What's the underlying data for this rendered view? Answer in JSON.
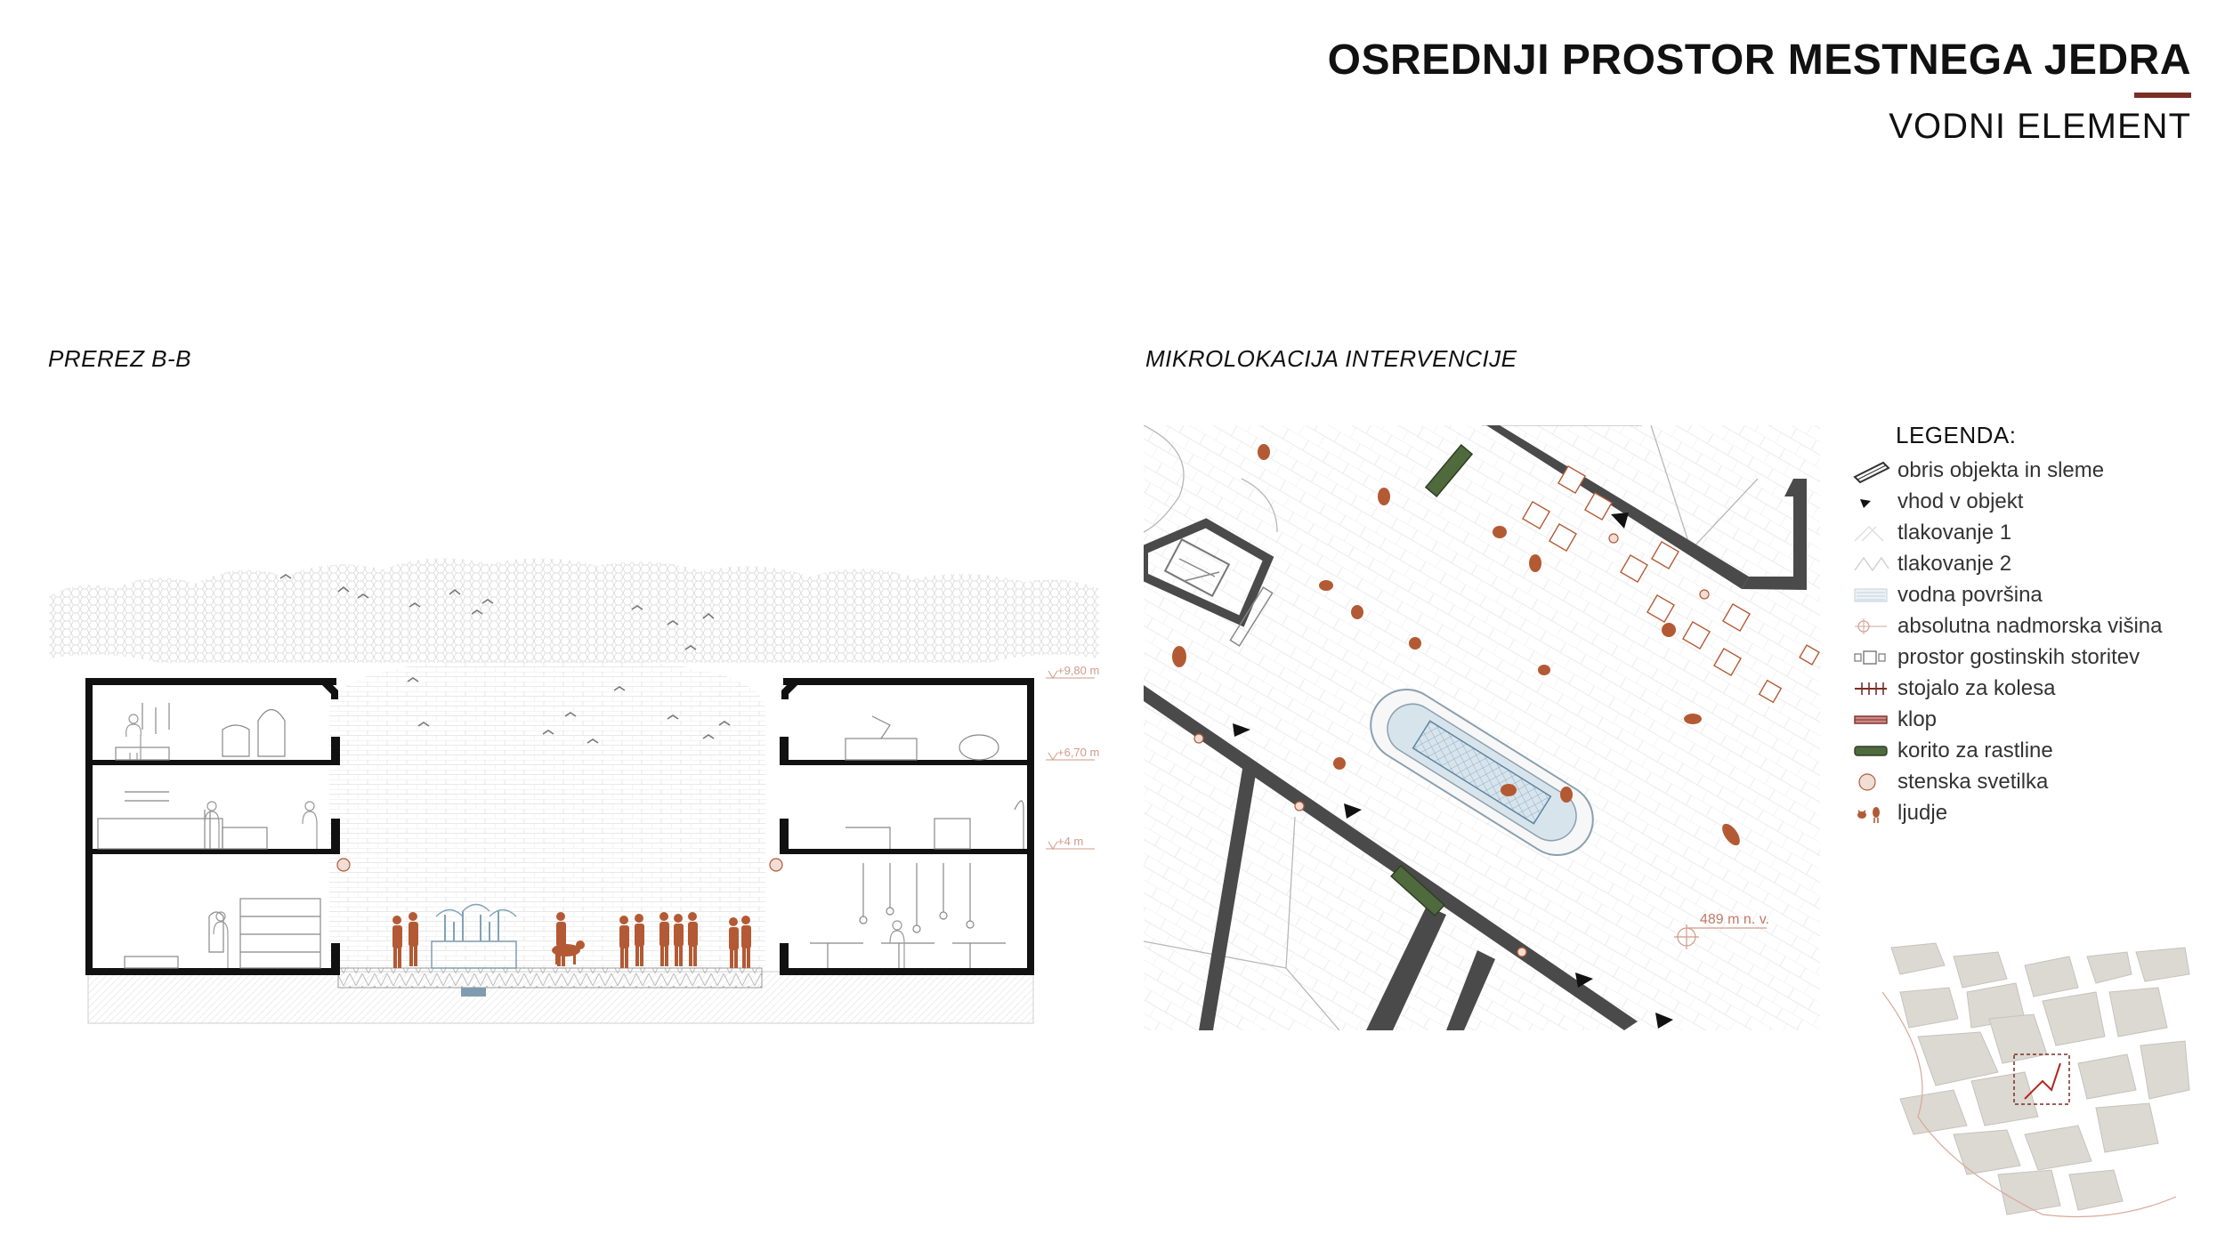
{
  "header": {
    "title": "OSREDNJI PROSTOR MESTNEGA JEDRA",
    "subtitle": "VODNI ELEMENT",
    "accent_color": "#7a2f25"
  },
  "section": {
    "label": "PREREZ B-B",
    "elevations": [
      "+9,80 m",
      "+6,70 m",
      "+4 m"
    ]
  },
  "plan": {
    "label": "MIKROLOKACIJA INTERVENCIJE",
    "elevation_label": "489 m n. v."
  },
  "legend": {
    "title": "LEGENDA:",
    "items": [
      {
        "icon": "building-outline-icon",
        "label": "obris objekta in sleme"
      },
      {
        "icon": "entrance-arrow-icon",
        "label": "vhod v objekt"
      },
      {
        "icon": "paving-1-icon",
        "label": "tlakovanje 1"
      },
      {
        "icon": "paving-2-icon",
        "label": "tlakovanje 2"
      },
      {
        "icon": "water-surface-icon",
        "label": "vodna površina"
      },
      {
        "icon": "elevation-marker-icon",
        "label": "absolutna nadmorska višina"
      },
      {
        "icon": "catering-table-icon",
        "label": "prostor gostinskih storitev"
      },
      {
        "icon": "bike-rack-icon",
        "label": "stojalo za kolesa"
      },
      {
        "icon": "bench-icon",
        "label": "klop"
      },
      {
        "icon": "planter-icon",
        "label": "korito za rastline"
      },
      {
        "icon": "wall-lamp-icon",
        "label": "stenska svetilka"
      },
      {
        "icon": "people-icon",
        "label": "ljudje"
      }
    ]
  },
  "colors": {
    "people": "#b35a34",
    "walls": "#1a1a1a",
    "plan_walls": "#4a4a4a",
    "planter": "#4f6a3d",
    "lamp_fill": "#f0ddd6",
    "water": "#a9bfcf"
  }
}
